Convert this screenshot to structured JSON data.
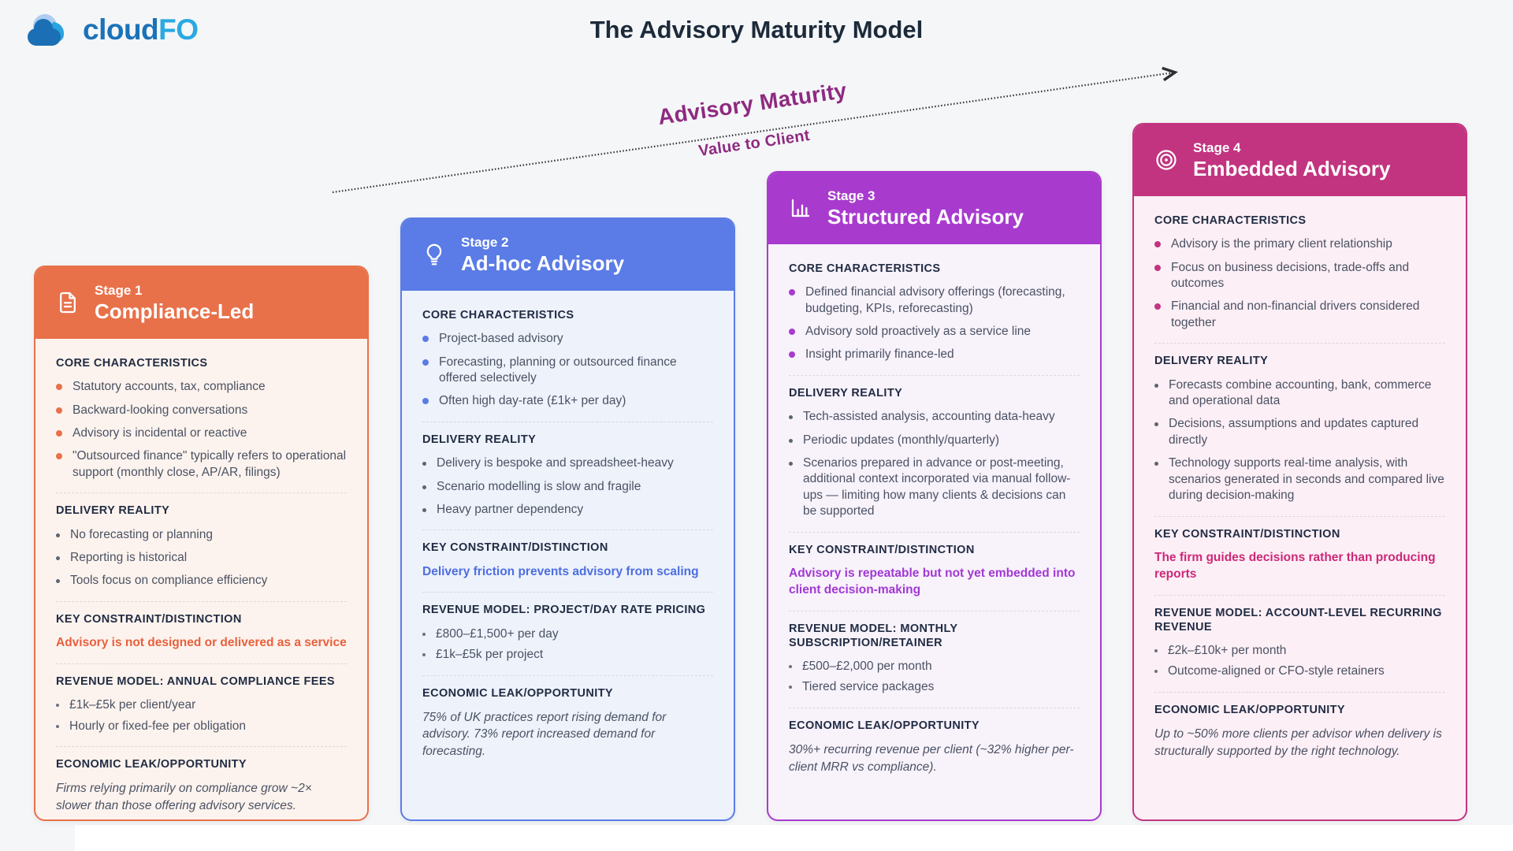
{
  "page": {
    "title": "The Advisory Maturity Model",
    "background": "#f5f6f8",
    "title_color": "#1c2a3a"
  },
  "logo": {
    "word1": "cloud",
    "word2": "FO",
    "color1": "#1B72B8",
    "color2": "#29A9E1"
  },
  "axis": {
    "label_primary": "Advisory Maturity",
    "label_secondary": "Value to Client",
    "label_color": "#8E2A80",
    "arrow_color": "#2f2f2f"
  },
  "stages": [
    {
      "stage_label": "Stage 1",
      "title": "Compliance-Led",
      "icon": "document-icon",
      "colors": {
        "accent": "#E8714A",
        "body": "#FDF3EE",
        "constraint": "#E8603C"
      },
      "core_title": "CORE CHARACTERISTICS",
      "core_items": [
        "Statutory accounts, tax, compliance",
        "Backward-looking conversations",
        "Advisory is incidental or reactive",
        "\"Outsourced finance\" typically refers to operational support (monthly close, AP/AR, filings)"
      ],
      "delivery_title": "DELIVERY REALITY",
      "delivery_items": [
        "No forecasting or planning",
        "Reporting is historical",
        "Tools focus on compliance efficiency"
      ],
      "constraint_title": "KEY CONSTRAINT/DISTINCTION",
      "constraint_text": "Advisory is not designed or delivered as a service",
      "revenue_title": "REVENUE MODEL: ANNUAL COMPLIANCE FEES",
      "revenue_items": [
        "£1k–£5k per client/year",
        "Hourly or fixed-fee per obligation"
      ],
      "economic_title": "ECONOMIC LEAK/OPPORTUNITY",
      "economic_text": "Firms relying primarily on compliance grow ~2× slower than those offering advisory services."
    },
    {
      "stage_label": "Stage 2",
      "title": "Ad-hoc Advisory",
      "icon": "lightbulb-icon",
      "colors": {
        "accent": "#5B7CE6",
        "body": "#EEF2FB",
        "constraint": "#4C6EE0"
      },
      "core_title": "CORE CHARACTERISTICS",
      "core_items": [
        "Project-based advisory",
        "Forecasting, planning or outsourced finance offered selectively",
        "Often high day-rate (£1k+ per day)"
      ],
      "delivery_title": "DELIVERY REALITY",
      "delivery_items": [
        "Delivery is bespoke and spreadsheet-heavy",
        "Scenario modelling is slow and fragile",
        "Heavy partner dependency"
      ],
      "constraint_title": "KEY CONSTRAINT/DISTINCTION",
      "constraint_text": "Delivery friction prevents advisory from scaling",
      "revenue_title": "REVENUE MODEL: PROJECT/DAY RATE PRICING",
      "revenue_items": [
        "£800–£1,500+ per day",
        "£1k–£5k per project"
      ],
      "economic_title": "ECONOMIC LEAK/OPPORTUNITY",
      "economic_text": "75% of UK practices report rising demand for advisory. 73% report increased demand for forecasting."
    },
    {
      "stage_label": "Stage 3",
      "title": "Structured Advisory",
      "icon": "bar-chart-icon",
      "colors": {
        "accent": "#A83BCE",
        "body": "#F8F2FB",
        "constraint": "#A238D4"
      },
      "core_title": "CORE CHARACTERISTICS",
      "core_items": [
        "Defined financial advisory offerings (forecasting, budgeting, KPIs, reforecasting)",
        "Advisory sold proactively as a service line",
        "Insight primarily finance-led"
      ],
      "delivery_title": "DELIVERY REALITY",
      "delivery_items": [
        "Tech-assisted analysis, accounting data-heavy",
        "Periodic updates (monthly/quarterly)",
        "Scenarios prepared in advance or post-meeting, additional context incorporated via manual follow-ups — limiting how many clients & decisions can be supported"
      ],
      "constraint_title": "KEY CONSTRAINT/DISTINCTION",
      "constraint_text": "Advisory is repeatable but not yet embedded into client decision-making",
      "revenue_title": "REVENUE MODEL: MONTHLY SUBSCRIPTION/RETAINER",
      "revenue_items": [
        "£500–£2,000 per month",
        "Tiered service packages"
      ],
      "economic_title": "ECONOMIC LEAK/OPPORTUNITY",
      "economic_text": "30%+ recurring revenue per client (~32% higher per-client MRR vs compliance)."
    },
    {
      "stage_label": "Stage 4",
      "title": "Embedded Advisory",
      "icon": "target-icon",
      "colors": {
        "accent": "#C23480",
        "body": "#FDEFF6",
        "constraint": "#CC2878"
      },
      "core_title": "CORE CHARACTERISTICS",
      "core_items": [
        "Advisory is the primary client relationship",
        "Focus on business decisions, trade-offs and outcomes",
        "Financial and non-financial drivers considered together"
      ],
      "delivery_title": "DELIVERY REALITY",
      "delivery_items": [
        "Forecasts combine accounting, bank, commerce and operational data",
        "Decisions, assumptions and updates captured directly",
        "Technology supports real-time analysis, with scenarios generated in seconds and compared live during decision-making"
      ],
      "constraint_title": "KEY CONSTRAINT/DISTINCTION",
      "constraint_text": "The firm guides decisions rather than producing reports",
      "revenue_title": "REVENUE MODEL: ACCOUNT-LEVEL RECURRING REVENUE",
      "revenue_items": [
        "£2k–£10k+ per month",
        "Outcome-aligned or CFO-style retainers"
      ],
      "economic_title": "ECONOMIC LEAK/OPPORTUNITY",
      "economic_text": "Up to ~50% more clients per advisor when delivery is structurally supported by the right technology."
    }
  ]
}
